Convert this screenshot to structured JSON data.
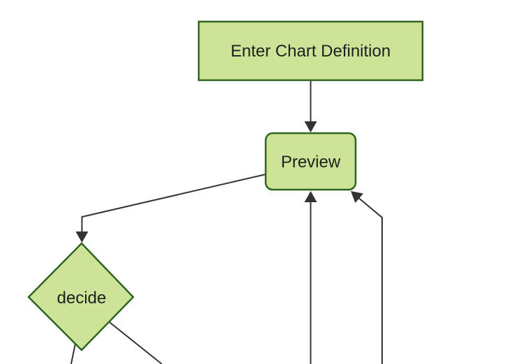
{
  "diagram": {
    "type": "flowchart",
    "orientation": "top-down",
    "nodes": [
      {
        "id": "enter-chart-definition",
        "label": "Enter Chart Definition",
        "shape": "rectangle"
      },
      {
        "id": "preview",
        "label": "Preview",
        "shape": "rounded-rectangle"
      },
      {
        "id": "decide",
        "label": "decide",
        "shape": "diamond"
      }
    ],
    "edges": [
      {
        "from": "enter-chart-definition",
        "to": "preview",
        "arrowhead": "filled-triangle"
      },
      {
        "from": "preview",
        "to": "decide",
        "arrowhead": "filled-triangle"
      },
      {
        "from": "decide",
        "to": "offscreen-bottom-left",
        "arrowhead": "not-visible"
      },
      {
        "from": "decide",
        "to": "offscreen-bottom-right",
        "arrowhead": "not-visible"
      },
      {
        "from": "offscreen-bottom-center",
        "to": "preview",
        "arrowhead": "filled-triangle"
      },
      {
        "from": "offscreen-bottom-right",
        "to": "preview",
        "arrowhead": "filled-triangle"
      }
    ]
  },
  "theme": {
    "background": "#ffffff",
    "node_fill": "#cde498",
    "node_border": "#2f6420",
    "line_color": "#333333",
    "text_color": "#1f1f1f"
  }
}
